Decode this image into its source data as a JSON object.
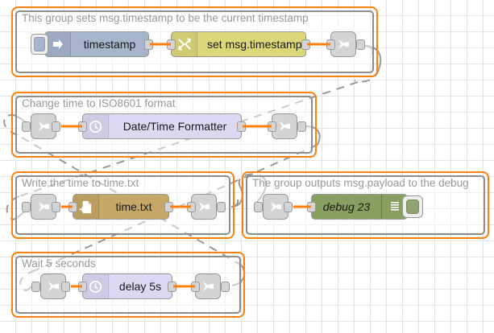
{
  "app": {
    "name": "Node-RED flow editor canvas",
    "grid_size": 20
  },
  "colors": {
    "canvas_bg": "#ffffff",
    "grid_line": "#e3e3e3",
    "group_selected_border": "#ff7f0e",
    "group_border": "#8c8c8c",
    "group_label": "#999999",
    "wire": "#ff7f0e",
    "link_wire_dashed": "#999999",
    "inject_node": "#a6b4cc",
    "change_node": "#dbd87a",
    "datetime_node": "#ded7f2",
    "file_node": "#c7a766",
    "delay_node": "#ded7f2",
    "debug_node": "#87a05f",
    "link_node": "#d4d4d4",
    "port": "#d4d4d4"
  },
  "groups": [
    {
      "id": "group-timestamp",
      "label": "This group sets msg.timestamp to be the current timestamp",
      "nodes": [
        {
          "id": "inject-timestamp",
          "type": "inject",
          "label": "timestamp",
          "icon": "inject-arrow-icon",
          "has_button": true
        },
        {
          "id": "change-set-timestamp",
          "type": "change",
          "label": "set msg.timestamp",
          "icon": "change-swap-icon"
        },
        {
          "id": "link-out-1",
          "type": "link-out",
          "label": "",
          "icon": "link-out-icon"
        }
      ]
    },
    {
      "id": "group-iso8601",
      "label": "Change time to ISO8601 format",
      "nodes": [
        {
          "id": "link-in-1",
          "type": "link-in",
          "label": "",
          "icon": "link-in-icon"
        },
        {
          "id": "datetime-formatter",
          "type": "date-time-formatter",
          "label": "Date/Time Formatter",
          "icon": "clock-icon"
        },
        {
          "id": "link-out-2",
          "type": "link-out",
          "label": "",
          "icon": "link-out-icon"
        }
      ]
    },
    {
      "id": "group-file",
      "label": "Write the time to time.txt",
      "nodes": [
        {
          "id": "link-in-2",
          "type": "link-in",
          "label": "",
          "icon": "link-in-icon"
        },
        {
          "id": "file-write",
          "type": "file",
          "label": "time.txt",
          "icon": "file-write-icon"
        },
        {
          "id": "link-out-3",
          "type": "link-out",
          "label": "",
          "icon": "link-out-icon"
        }
      ]
    },
    {
      "id": "group-debug",
      "label": "The group outputs msg.payload to the debug",
      "nodes": [
        {
          "id": "link-in-3",
          "type": "link-in",
          "label": "",
          "icon": "link-in-icon"
        },
        {
          "id": "debug-23",
          "type": "debug",
          "label": "debug 23",
          "icon": "debug-lines-icon",
          "has_button": true
        }
      ]
    },
    {
      "id": "group-delay",
      "label": "Wait 5 seconds",
      "nodes": [
        {
          "id": "link-in-4",
          "type": "link-in",
          "label": "",
          "icon": "link-in-icon"
        },
        {
          "id": "delay-5s",
          "type": "delay",
          "label": "delay 5s",
          "icon": "clock-icon"
        },
        {
          "id": "link-out-4",
          "type": "link-out",
          "label": "",
          "icon": "link-out-icon"
        }
      ]
    }
  ]
}
